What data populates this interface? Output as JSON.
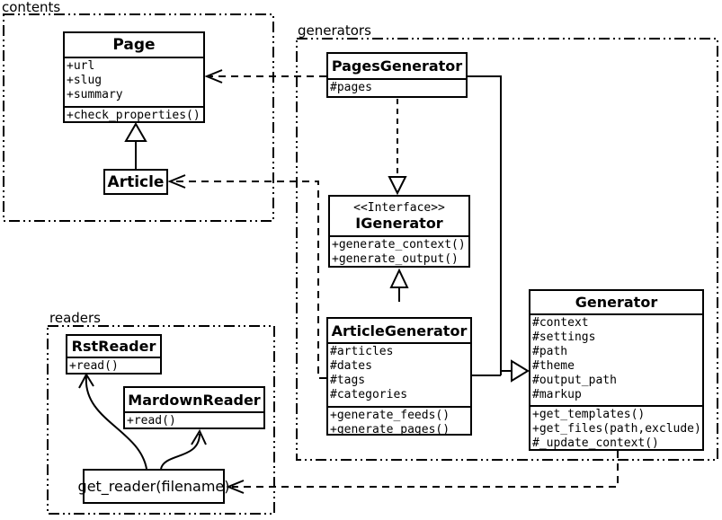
{
  "diagram": {
    "background": "#ffffff",
    "line_color": "#000000"
  },
  "packages": {
    "contents": {
      "label": "contents"
    },
    "generators": {
      "label": "generators"
    },
    "readers": {
      "label": "readers"
    }
  },
  "classes": {
    "page": {
      "name": "Page",
      "attributes": [
        "+url",
        "+slug",
        "+summary"
      ],
      "methods": [
        "+check_properties()"
      ]
    },
    "article": {
      "name": "Article"
    },
    "pages_generator": {
      "name": "PagesGenerator",
      "attributes": [
        "#pages"
      ]
    },
    "igenerator": {
      "stereotype": "<<Interface>>",
      "name": "IGenerator",
      "methods": [
        "+generate_context()",
        "+generate_output()"
      ]
    },
    "article_generator": {
      "name": "ArticleGenerator",
      "attributes": [
        "#articles",
        "#dates",
        "#tags",
        "#categories"
      ],
      "methods": [
        "+generate_feeds()",
        "+generate_pages()"
      ]
    },
    "generator": {
      "name": "Generator",
      "attributes": [
        "#context",
        "#settings",
        "#path",
        "#theme",
        "#output_path",
        "#markup"
      ],
      "methods": [
        "+get_templates()",
        "+get_files(path,exclude)",
        "#_update_context()"
      ]
    },
    "rst_reader": {
      "name": "RstReader",
      "methods": [
        "+read()"
      ]
    },
    "mardown_reader": {
      "name": "MardownReader",
      "methods": [
        "+read()"
      ]
    },
    "get_reader": {
      "label": "get_reader(filename)"
    }
  },
  "relationships": [
    {
      "from": "Article",
      "to": "Page",
      "type": "inheritance"
    },
    {
      "from": "PagesGenerator",
      "to": "Page",
      "type": "dependency"
    },
    {
      "from": "ArticleGenerator",
      "to": "Article",
      "type": "dependency"
    },
    {
      "from": "PagesGenerator",
      "to": "IGenerator",
      "type": "realization"
    },
    {
      "from": "ArticleGenerator",
      "to": "IGenerator",
      "type": "inheritance"
    },
    {
      "from": "PagesGenerator",
      "to": "Generator",
      "type": "inheritance"
    },
    {
      "from": "ArticleGenerator",
      "to": "Generator",
      "type": "inheritance"
    },
    {
      "from": "Generator",
      "to": "get_reader(filename)",
      "type": "dependency"
    },
    {
      "from": "get_reader(filename)",
      "to": "RstReader",
      "type": "call"
    },
    {
      "from": "get_reader(filename)",
      "to": "MardownReader",
      "type": "call"
    }
  ]
}
